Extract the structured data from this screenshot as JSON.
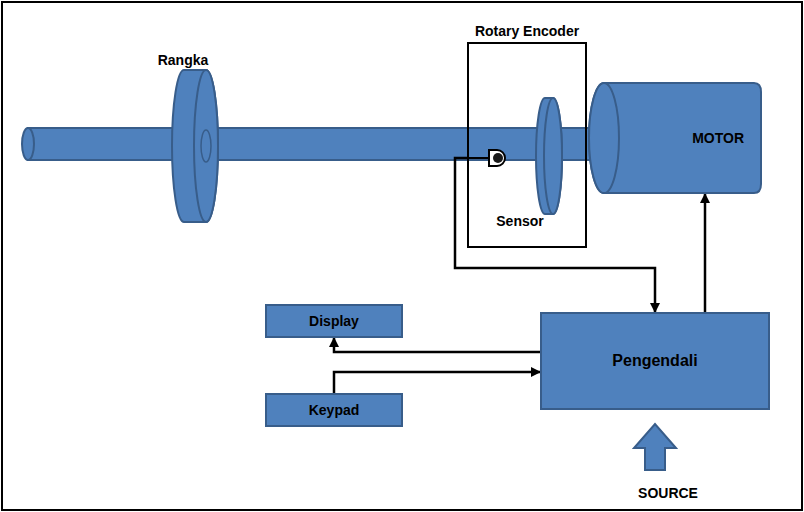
{
  "diagram": {
    "nodes": [
      {
        "text": [
          "Rotary Encoder"
        ]
      },
      {
        "text": [
          "MOTOR"
        ]
      },
      {
        "text": [
          "Display"
        ]
      },
      {
        "text": [
          "Pengendali"
        ]
      },
      {
        "text": [
          "Keypad"
        ]
      }
    ],
    "edges": [
      {
        "from": 0,
        "to": 3,
        "arrow": "to"
      },
      {
        "from": 3,
        "to": 2,
        "arrow": "to"
      },
      {
        "from": 4,
        "to": 3,
        "arrow": "to"
      },
      {
        "from": 3,
        "to": 1,
        "arrow": "to"
      }
    ],
    "labels": [
      "Rangka",
      "Sensor",
      "SOURCE"
    ]
  }
}
